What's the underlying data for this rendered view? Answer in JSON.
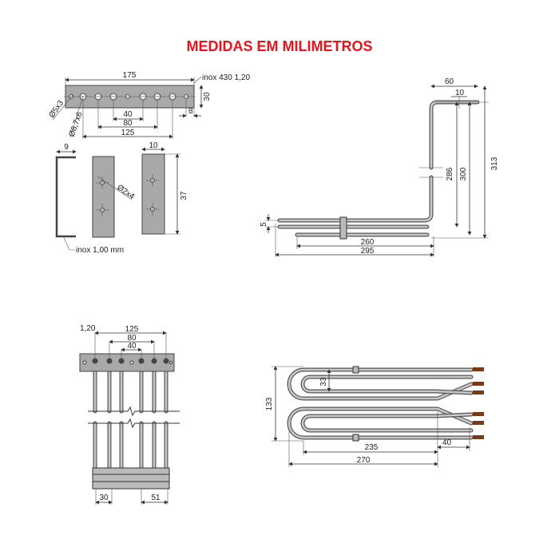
{
  "title": "MEDIDAS EM MILIMETROS",
  "mounting_plate": {
    "width": "175",
    "height": "30",
    "material": "inox 430 1,20",
    "hole_small": "Ø5x3",
    "hole_large": "Ø8,7x6",
    "spacing_40": "40",
    "spacing_80": "80",
    "spacing_125": "125",
    "edge_8": "8"
  },
  "clip_parts": {
    "c_width": "9",
    "c_material": "inox 1,00 mm",
    "hole": "Ø2x4",
    "plate_width": "10",
    "plate_height": "37"
  },
  "side_view": {
    "d60": "60",
    "d10": "10",
    "d286": "286",
    "d300": "300",
    "d313": "313",
    "d5": "5",
    "d260": "260",
    "d295": "295"
  },
  "front_view": {
    "thickness": "1,20",
    "d125": "125",
    "d80": "80",
    "d40": "40",
    "d30": "30",
    "d51": "51"
  },
  "top_view": {
    "d33": "33",
    "d133": "133",
    "d235": "235",
    "d40": "40",
    "d270": "270"
  }
}
